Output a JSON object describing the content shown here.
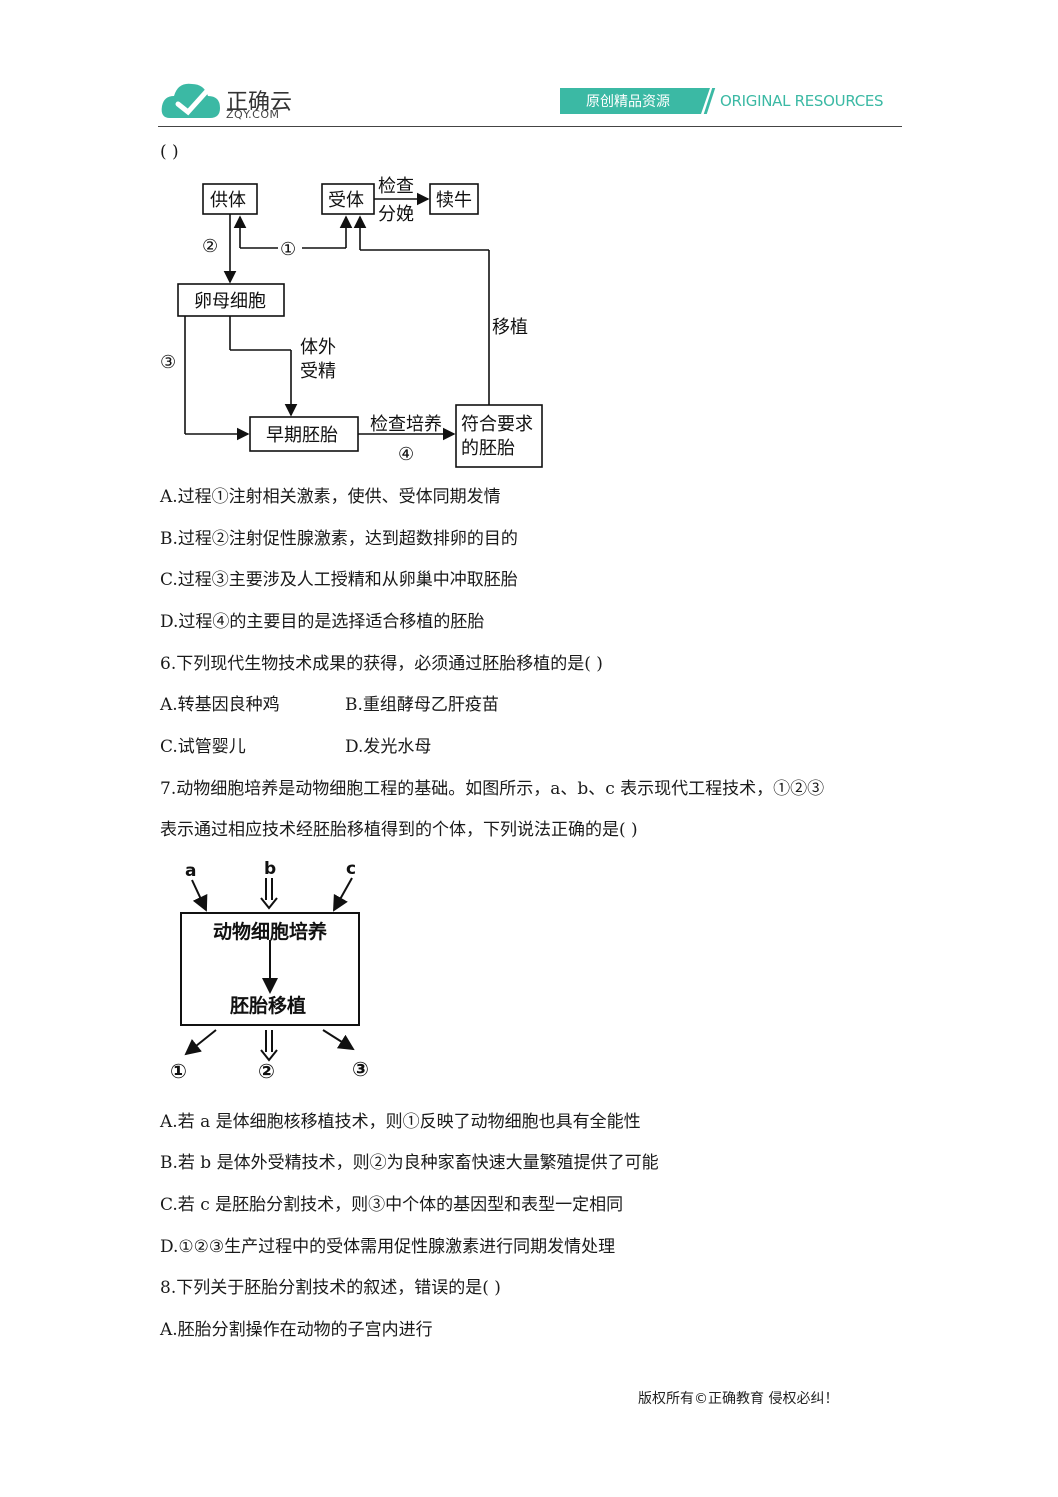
{
  "header": {
    "logo_name": "正确云",
    "logo_domain": "ZQY.COM",
    "banner_label": "原创精品资源",
    "banner_en": "ORIGINAL RESOURCES"
  },
  "q5_tail": "(      )",
  "fig1": {
    "donor": "供体",
    "recipient": "受体",
    "check_line1": "检查",
    "check_line2": "分娩",
    "calf": "犊牛",
    "step1": "①",
    "step2": "②",
    "step3": "③",
    "step4": "④",
    "oocyte": "卵母细胞",
    "ivf_line1": "体外",
    "ivf_line2": "受精",
    "transfer": "移植",
    "early_embryo": "早期胚胎",
    "culture": "检查培养",
    "ok_line1": "符合要求",
    "ok_line2": "的胚胎"
  },
  "q5_options": [
    "A.过程①注射相关激素，使供、受体同期发情",
    "B.过程②注射促性腺激素，达到超数排卵的目的",
    "C.过程③主要涉及人工授精和从卵巢中冲取胚胎",
    "D.过程④的主要目的是选择适合移植的胚胎"
  ],
  "q6": {
    "stem": "6.下列现代生物技术成果的获得，必须通过胚胎移植的是(      )",
    "opt_a": "A.转基因良种鸡",
    "opt_b": "B.重组酵母乙肝疫苗",
    "opt_c": "C.试管婴儿",
    "opt_d": "D.发光水母"
  },
  "q7": {
    "stem_line1": "7.动物细胞培养是动物细胞工程的基础。如图所示，a、b、c 表示现代工程技术，①②③",
    "stem_line2": "表示通过相应技术经胚胎移植得到的个体，下列说法正确的是(      )",
    "options": [
      "A.若 a 是体细胞核移植技术，则①反映了动物细胞也具有全能性",
      "B.若 b 是体外受精技术，则②为良种家畜快速大量繁殖提供了可能",
      "C.若 c 是胚胎分割技术，则③中个体的基因型和表型一定相同",
      "D.①②③生产过程中的受体需用促性腺激素进行同期发情处理"
    ]
  },
  "fig2": {
    "a": "a",
    "b": "b",
    "c": "c",
    "culture": "动物细胞培养",
    "transfer": "胚胎移植",
    "out1": "①",
    "out2": "②",
    "out3": "③"
  },
  "q8": {
    "stem": "8.下列关于胚胎分割技术的叙述，错误的是(      )",
    "opt_a": "A.胚胎分割操作在动物的子宫内进行"
  },
  "footer": "版权所有©正确教育  侵权必纠！",
  "colors": {
    "brand": "#3bb9a4"
  }
}
